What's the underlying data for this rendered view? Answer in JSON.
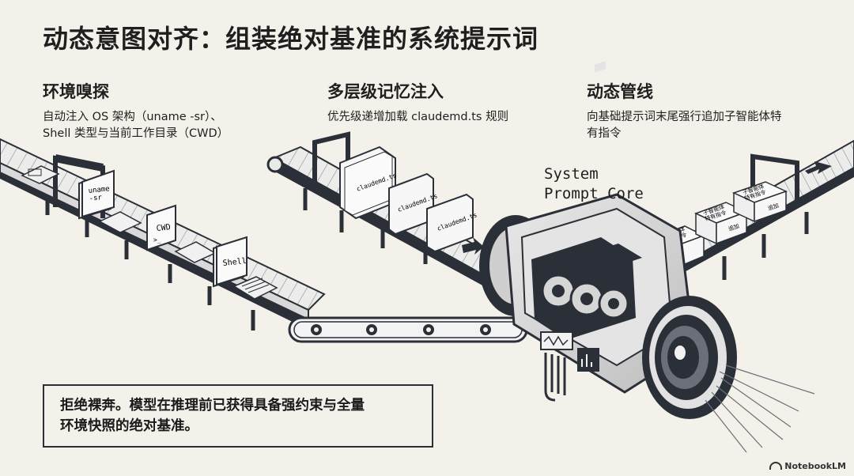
{
  "title": "动态意图对齐：组装绝对基准的系统提示词",
  "columns": [
    {
      "heading": "环境嗅探",
      "body": "自动注入 OS 架构（uname -sr）、\nShell 类型与当前工作目录（CWD）"
    },
    {
      "heading": "多层级记忆注入",
      "body": "优先级递增加载 claudemd.ts 规则"
    },
    {
      "heading": "动态管线",
      "body": "向基础提示词末尾强行追加子智能体特\n有指令"
    }
  ],
  "core_label": "System\nPrompt Core",
  "cards_left": [
    "uname\n-sr",
    "CWD",
    "Shell"
  ],
  "cards_mid": [
    "claudemd.ts",
    "claudemd.ts",
    "claudemd.ts"
  ],
  "boxes_right": [
    "子智能体\n特有指令",
    "追加",
    "子智能体\n特有指令",
    "追加",
    "子智能体\n特有指令",
    "追加"
  ],
  "callout": "拒绝裸奔。模型在推理前已获得具备强约束与全量\n环境快照的绝对基准。",
  "watermark": "NotebookLM",
  "colors": {
    "background": "#f4f1ea",
    "ink": "#2b2f38",
    "belt": "#e6e6e6",
    "machine": "#dcdcdc"
  }
}
